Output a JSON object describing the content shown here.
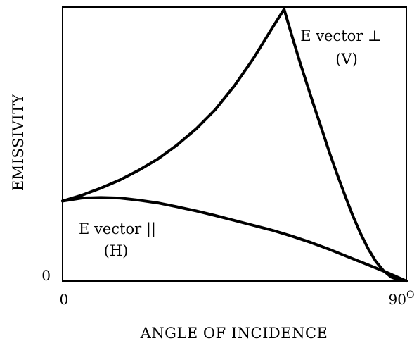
{
  "chart_data": {
    "type": "line",
    "title": "",
    "xlabel": "ANGLE OF INCIDENCE",
    "ylabel": "EMISSIVITY",
    "xlim": [
      0,
      90
    ],
    "ylim": [
      0,
      1
    ],
    "x_ticks": [
      {
        "value": 0,
        "label": "0",
        "sup": ""
      },
      {
        "value": 90,
        "label": "90",
        "sup": "O"
      }
    ],
    "y_ticks": [
      {
        "value": 0,
        "label": "0"
      }
    ],
    "grid": false,
    "series": [
      {
        "name": "E vector ⊥ (V)",
        "label_lines": [
          "E vector ⊥",
          "(V)"
        ],
        "x": [
          0,
          5,
          10,
          15,
          20,
          25,
          30,
          35,
          40,
          45,
          50,
          55,
          58,
          60,
          62,
          64,
          66,
          68,
          70,
          72,
          74,
          76,
          78,
          80,
          82,
          84,
          86,
          88,
          90
        ],
        "y": [
          0.292,
          0.313,
          0.339,
          0.369,
          0.405,
          0.446,
          0.497,
          0.556,
          0.626,
          0.713,
          0.813,
          0.926,
          0.992,
          0.897,
          0.805,
          0.718,
          0.632,
          0.548,
          0.464,
          0.385,
          0.31,
          0.238,
          0.174,
          0.118,
          0.072,
          0.038,
          0.015,
          0.004,
          0.0
        ]
      },
      {
        "name": "E vector || (H)",
        "label_lines": [
          "E vector ||",
          "(H)"
        ],
        "x": [
          0,
          5,
          10,
          15,
          20,
          25,
          30,
          35,
          40,
          45,
          50,
          55,
          60,
          65,
          70,
          75,
          80,
          85,
          90
        ],
        "y": [
          0.292,
          0.303,
          0.305,
          0.303,
          0.295,
          0.285,
          0.271,
          0.256,
          0.239,
          0.221,
          0.203,
          0.185,
          0.164,
          0.141,
          0.115,
          0.087,
          0.059,
          0.031,
          0.0
        ]
      }
    ]
  }
}
